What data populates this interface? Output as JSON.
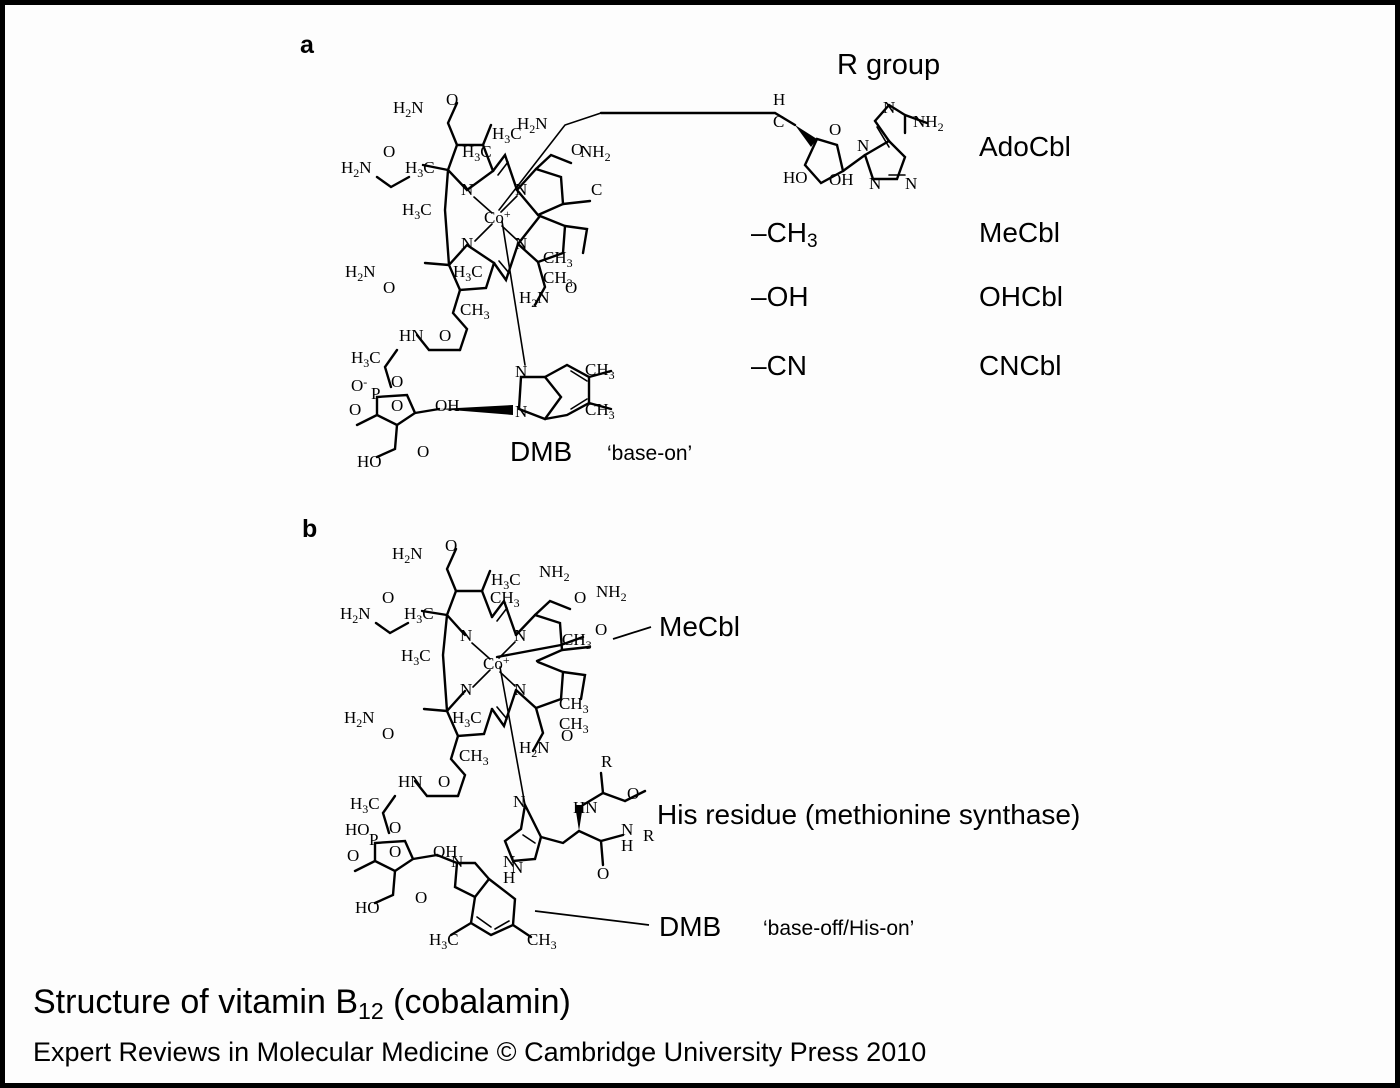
{
  "figure": {
    "panel_a_label": "a",
    "panel_b_label": "b",
    "border_color": "#000000",
    "background_color": "#fdfdfd"
  },
  "panel_a": {
    "r_group_heading": "R group",
    "r_group_rows": [
      {
        "structure": "adenosyl (5'-deoxyadenosyl) ribose + adenine",
        "formula": "",
        "name": "AdoCbl"
      },
      {
        "structure": "methyl",
        "formula": "–CH3",
        "name": "MeCbl"
      },
      {
        "structure": "hydroxyl",
        "formula": "–OH",
        "name": "OHCbl"
      },
      {
        "structure": "cyano",
        "formula": "–CN",
        "name": "CNCbl"
      }
    ],
    "dmb_label": "DMB",
    "base_state": "‘base-on’",
    "metal_center": "Co",
    "metal_charge": "+",
    "atom_labels": {
      "amide": "H2N",
      "amide_right": "NH2",
      "oxygen": "O",
      "nitrogen": "N",
      "methyl": "CH3",
      "methyl_left": "H3C",
      "hydroxyl": "OH",
      "hydroxyl_left": "HO",
      "phosphorus": "P",
      "amine_h": "HN",
      "carbon": "C",
      "hydrogen": "H",
      "oxygen_minus": "O−"
    }
  },
  "panel_b": {
    "mecbl_label": "MeCbl",
    "his_residue_label": "His residue (methionine synthase)",
    "dmb_label": "DMB",
    "base_state": "‘base-off/His-on’",
    "metal_center": "Co",
    "metal_charge": "+",
    "residue_r": "R"
  },
  "caption": {
    "title_prefix": "Structure of vitamin B",
    "title_subscript": "12",
    "title_suffix": " (cobalamin)",
    "title_full": "Structure of vitamin B12 (cobalamin)",
    "credit": "Expert Reviews in Molecular Medicine © Cambridge University Press 2010"
  }
}
